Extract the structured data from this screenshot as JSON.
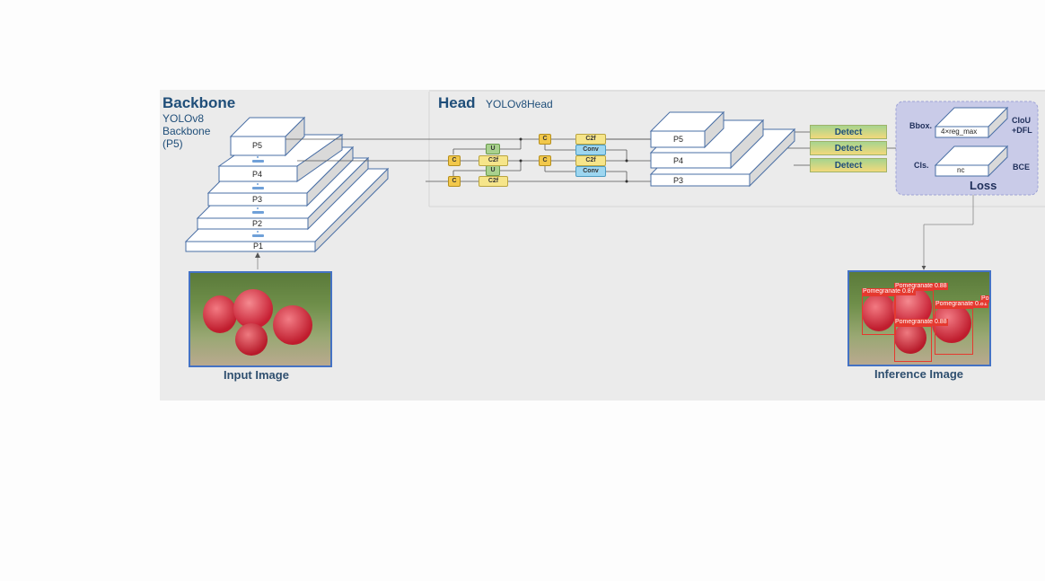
{
  "backbone": {
    "title": "Backbone",
    "subtitle_lines": [
      "YOLOv8",
      "Backbone",
      "(P5)"
    ],
    "layers": [
      "P5",
      "P4",
      "P3",
      "P2",
      "P1"
    ]
  },
  "head": {
    "title": "Head",
    "subtitle": "YOLOv8Head",
    "nodes": {
      "c": "C",
      "u": "U",
      "c2f": "C2f",
      "conv": "Conv"
    },
    "layers": [
      "P5",
      "P4",
      "P3"
    ],
    "detect_label": "Detect"
  },
  "loss": {
    "title": "Loss",
    "bbox_label": "Bbox.",
    "bbox_box": "4×reg_max",
    "bbox_loss": "CIoU\n+DFL",
    "bbox_loss_lines": [
      "CIoU",
      "+DFL"
    ],
    "cls_label": "Cls.",
    "cls_box": "nc",
    "cls_loss": "BCE"
  },
  "images": {
    "input_caption": "Input Image",
    "inference_caption": "Inference Image",
    "detections": [
      "Pomegranate 0.88",
      "Pomegranate 0.87",
      "Pomegranate 0.81",
      "Pomegranate 0.88",
      "Po"
    ]
  },
  "colors": {
    "panel_bg": "#ebebeb",
    "loss_bg": "#c9cbe8",
    "detect_grad_top": "#9fd08a",
    "detect_grad_bottom": "#f0d77a",
    "c_node": "#f2c84b",
    "u_node": "#a9d18e",
    "c2f_node": "#f6e58a",
    "conv_node": "#9dd6f0",
    "title": "#1f4e79"
  }
}
